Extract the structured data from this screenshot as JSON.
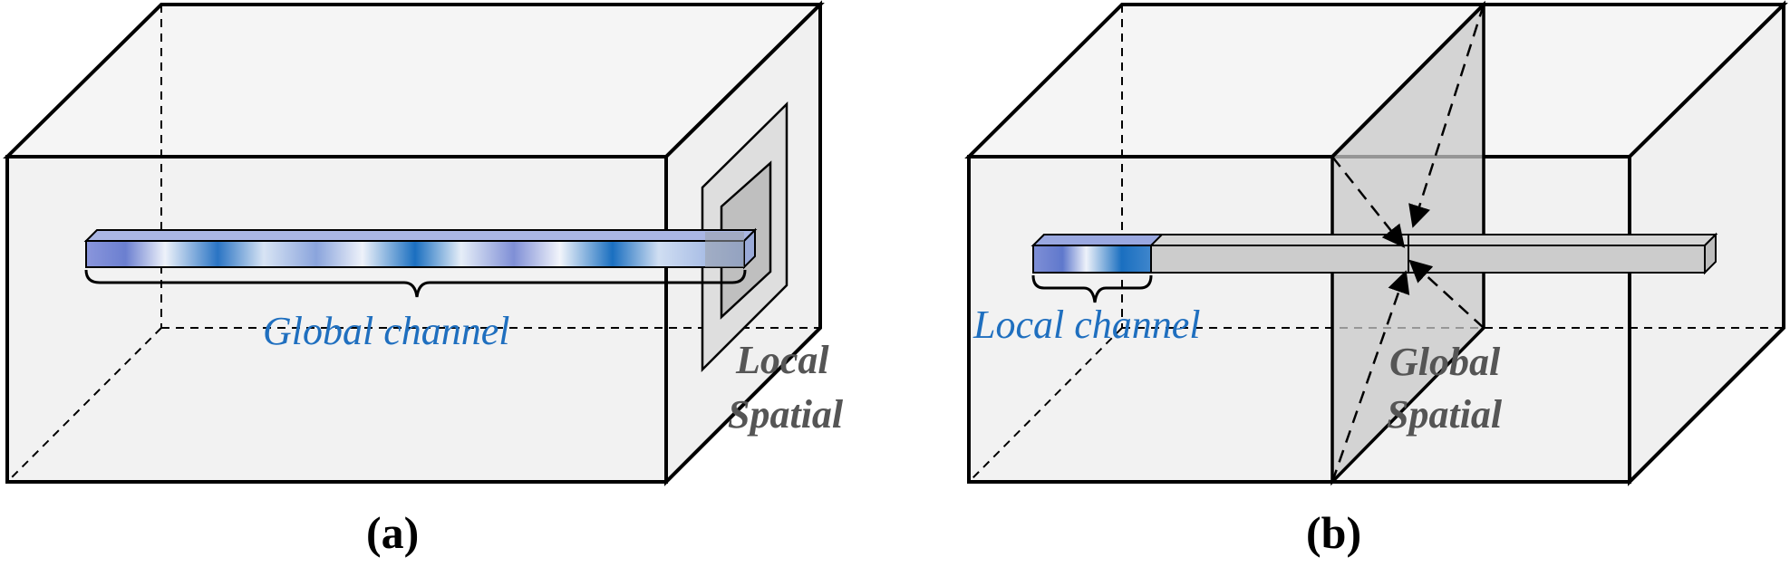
{
  "panel_a": {
    "caption": "(a)",
    "channel_label": "Global channel",
    "spatial_label_line1": "Local",
    "spatial_label_line2": "Spatial"
  },
  "panel_b": {
    "caption": "(b)",
    "channel_label": "Local channel",
    "spatial_label_line1": "Global",
    "spatial_label_line2": "Spatial"
  },
  "colors": {
    "channel_label": "#1f6fbf",
    "spatial_label": "#555555",
    "box_face": "#f2f2f2",
    "gradient_blue": "#7f8fd6",
    "gradient_dark": "#1a6fc0"
  }
}
